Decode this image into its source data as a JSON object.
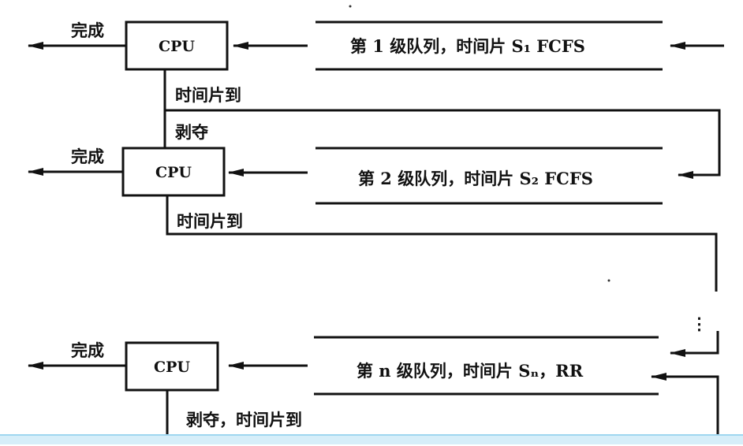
{
  "diagram": {
    "cpu_label": "CPU",
    "done_label": "完成",
    "queues": [
      {
        "label": "第 1 级队列，时间片 S₁  FCFS"
      },
      {
        "label": "第 2 级队列，时间片 S₂  FCFS"
      },
      {
        "label": "第 n 级队列，时间片 Sₙ，RR"
      }
    ],
    "transitions": {
      "timeout_1": "时间片到",
      "preempt_1": "剥夺",
      "timeout_2": "时间片到",
      "preempt_timeout_n": "剥夺，时间片到"
    },
    "ellipsis": "⋮"
  }
}
